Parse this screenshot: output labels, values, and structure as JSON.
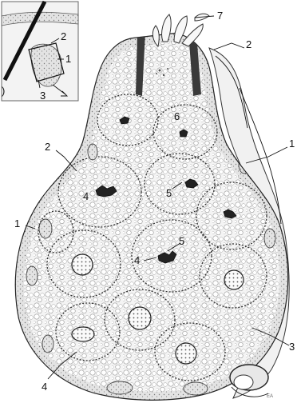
{
  "figure": {
    "inset": {
      "labels": {
        "a": "2",
        "b": "1",
        "c": "3",
        "d": ")"
      }
    },
    "labels": {
      "l1_left": "1",
      "l1_right": "1",
      "l2_top": "2",
      "l2_left": "2",
      "l3": "3",
      "l4_upper": "4",
      "l4_mid": "4",
      "l4_lower": "4",
      "l5_upper": "5",
      "l5_lower": "5",
      "l6": "6",
      "l7": "7",
      "signature": "EA"
    }
  }
}
